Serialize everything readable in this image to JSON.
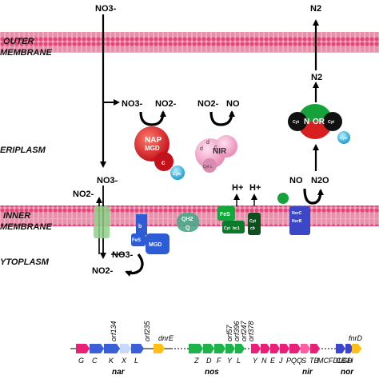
{
  "compartments": {
    "outer_1": "OUTER",
    "outer_2": "MEMBRANE",
    "periplasm": "ERIPLASM",
    "inner_1": "INNER",
    "inner_2": "MEMBRANE",
    "cytoplasm": "YTOPLASM"
  },
  "chemicals": {
    "no3_top": "NO3-",
    "n2_top": "N2",
    "n2_mid": "N2",
    "no3_nap": "NO3-",
    "no2_nap": "NO2-",
    "no2_nir": "NO2-",
    "no_nir": "NO",
    "no3_inner": "NO3-",
    "no2_inner": "NO2-",
    "no3_cyto": "NO3-",
    "no2_cyto": "NO2-",
    "no_nor": "NO",
    "n2o_nor": "N2O",
    "h_plus_1": "H+",
    "h_plus_2": "H+"
  },
  "proteins": {
    "nap_1": "NAP",
    "nap_2": "MGD",
    "nap_c": "c",
    "nap_cytc": "Cytc",
    "nir": "NIR",
    "nir_d": "d",
    "nir_c": "c",
    "nir_d2": "d",
    "nir_cytc": "Cyt c",
    "nor": "OR",
    "nor_n": "N",
    "nor_cytc": "Cytc",
    "nor_cyt_left": "Cyt",
    "nor_cyt_right": "Cyt",
    "norc": "NorC",
    "norb": "NorB",
    "qh2": "QH2",
    "q": "Q",
    "fes": "FeS",
    "cytc1": "Cyt",
    "bc1": "bc1",
    "cytb_1": "Cyt",
    "cytb_2": "cb",
    "nar_fes": "FeS",
    "nar_mgd": "MGD",
    "nar_b": "b"
  },
  "genes": {
    "nar_cluster": [
      "G",
      "C",
      "K",
      "X",
      "L"
    ],
    "orf134": "orf134",
    "orf235": "orf235",
    "dnrE": "dnrE",
    "nar_label": "nar",
    "nos_cluster": [
      "Z",
      "D",
      "F",
      "Y",
      "L"
    ],
    "orf_mid": [
      "orf57",
      "orf396",
      "orf247",
      "orf378"
    ],
    "nir_cluster": [
      "Y",
      "N",
      "E",
      "J",
      "PQQ",
      "S",
      "TB",
      "MCFDLGH",
      "CB",
      "D"
    ],
    "nos_label": "nos",
    "nir_label": "nir",
    "nor_label": "nor",
    "fnrD": "fnrD"
  },
  "colors": {
    "membrane": "#e8457a",
    "nap": "#e8202a",
    "nir": "#f5a3c7",
    "nor_red": "#d71f1f",
    "nor_green": "#15a23a",
    "cytc": "#4fc3e8",
    "nar": "#2e5bd6",
    "bc1": "#12a83a",
    "q": "#4aa78a",
    "nir_gene": "#e8207a",
    "nos_gene": "#1db34a",
    "nar_gene": "#3a5fd6"
  }
}
